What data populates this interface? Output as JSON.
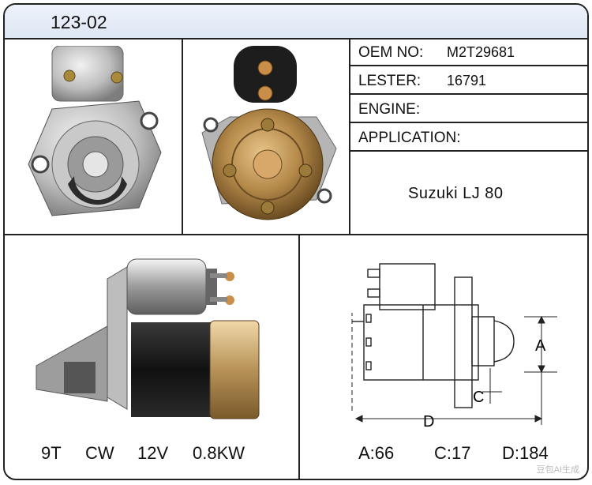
{
  "part_number": "123-02",
  "info": {
    "oem_label": "OEM NO:",
    "oem_value": "M2T29681",
    "lester_label": "LESTER:",
    "lester_value": "16791",
    "engine_label": "ENGINE:",
    "engine_value": "",
    "application_label": "APPLICATION:",
    "application_value": "Suzuki LJ 80"
  },
  "specs": {
    "teeth": "9T",
    "rotation": "CW",
    "voltage": "12V",
    "power": "0.8KW"
  },
  "diagram": {
    "label_a": "A",
    "label_c": "C",
    "label_d": "D",
    "dim_a": "A:66",
    "dim_c": "C:17",
    "dim_d": "D:184"
  },
  "watermark": "豆包AI生成"
}
